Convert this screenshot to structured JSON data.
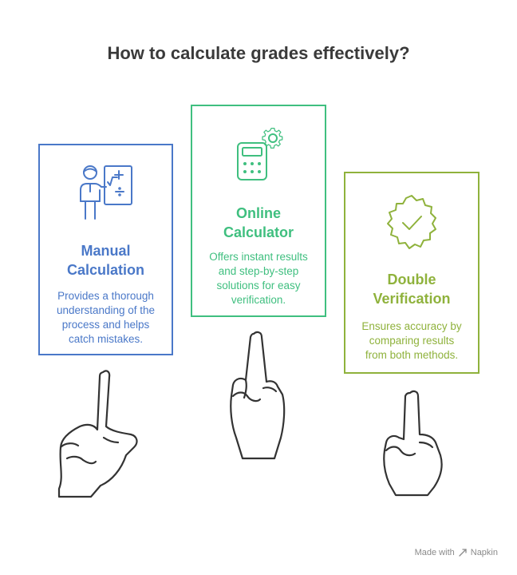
{
  "title": "How to calculate grades effectively?",
  "cards": [
    {
      "title_line1": "Manual",
      "title_line2": "Calculation",
      "text": [
        "Provides a thorough",
        "understanding of the",
        "process and helps",
        "catch mistakes."
      ],
      "icon": "teacher-board-icon",
      "color": "#4a78c8"
    },
    {
      "title_line1": "Online",
      "title_line2": "Calculator",
      "text": [
        "Offers instant results",
        "and step-by-step",
        "solutions for easy",
        "verification."
      ],
      "icon": "calculator-gear-icon",
      "color": "#3fbf7f"
    },
    {
      "title_line1": "Double",
      "title_line2": "Verification",
      "text": [
        "Ensures accuracy by",
        "comparing results",
        "from both methods."
      ],
      "icon": "check-badge-icon",
      "color": "#8fb23c"
    }
  ],
  "watermark": {
    "made_with": "Made with",
    "brand": "Napkin"
  }
}
